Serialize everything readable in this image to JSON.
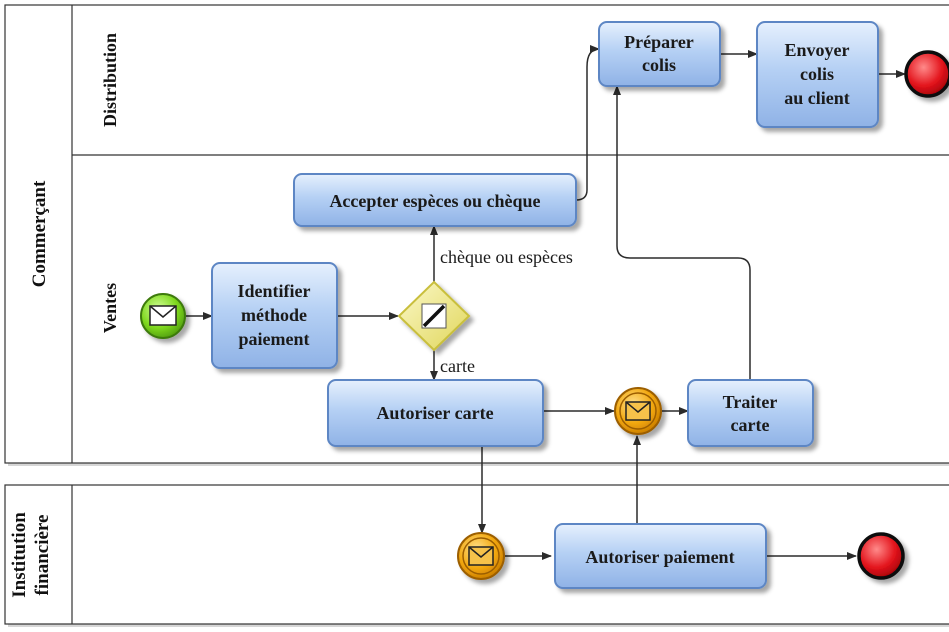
{
  "pools": {
    "merchant": {
      "label": "Commerçant"
    },
    "bank": {
      "label_lines": [
        "Institution",
        "financière"
      ]
    }
  },
  "lanes": {
    "distribution": "Distribution",
    "sales": "Ventes"
  },
  "tasks": {
    "prepare": {
      "lines": [
        "Préparer",
        "colis"
      ]
    },
    "send": {
      "lines": [
        "Envoyer",
        "colis",
        "au client"
      ]
    },
    "accept_cash": {
      "lines": [
        "Accepter espèces ou chèque"
      ]
    },
    "identify": {
      "lines": [
        "Identifier",
        "méthode",
        "paiement"
      ]
    },
    "authorize_card": {
      "lines": [
        "Autoriser carte"
      ]
    },
    "process_card": {
      "lines": [
        "Traiter",
        "carte"
      ]
    },
    "authorize_payment": {
      "lines": [
        "Autoriser paiement"
      ]
    }
  },
  "flows": {
    "cheque_cash": "chèque ou espèces",
    "card": "carte"
  },
  "events": {
    "start": "message-start-event",
    "card_message": "message-intermediate-event",
    "bank_message": "message-intermediate-event",
    "end_distribution": "end-event",
    "end_bank": "end-event"
  },
  "colors": {
    "task_fill": "#a9c8f0",
    "task_border": "#5d86c4",
    "start_event": "#74d619",
    "message_event": "#f0a70a",
    "end_event": "#e3141c",
    "gateway": "#f2ec86"
  }
}
